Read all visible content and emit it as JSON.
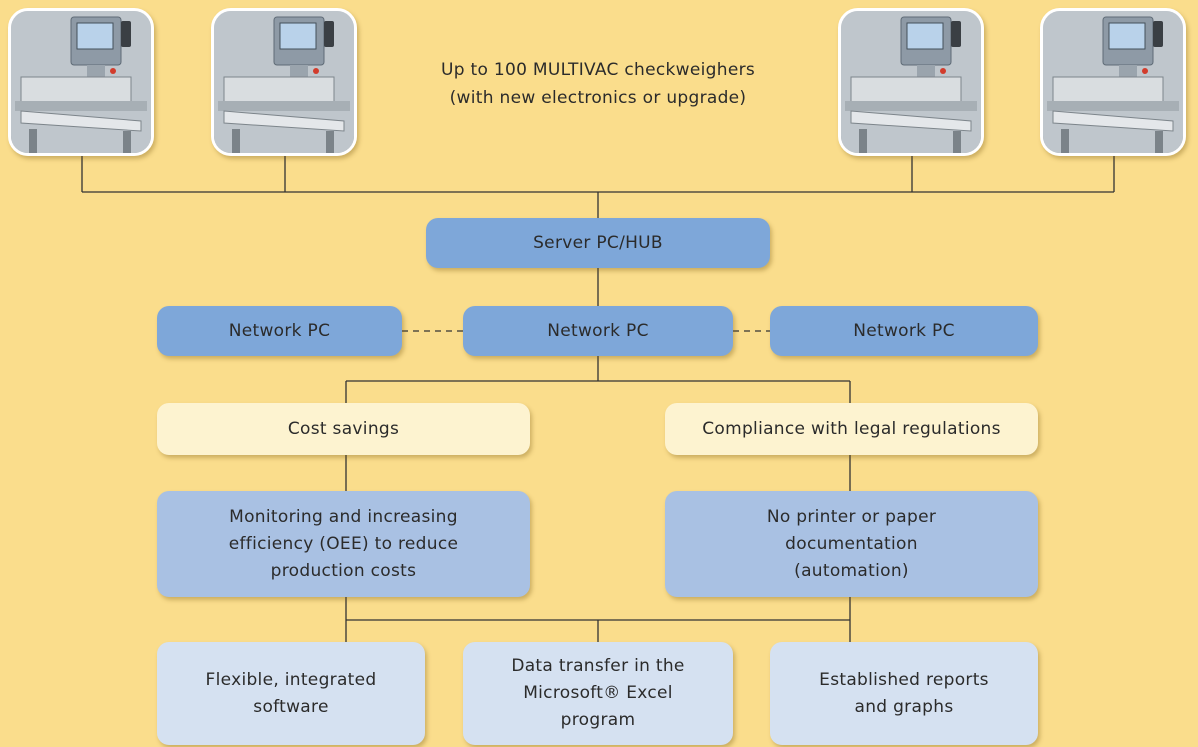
{
  "header": {
    "caption": "Up to 100 MULTIVAC checkweighers\n(with new electronics or upgrade)"
  },
  "machines": [
    {
      "icon": "checkweigher-machine-photo"
    },
    {
      "icon": "checkweigher-machine-photo"
    },
    {
      "icon": "checkweigher-machine-photo"
    },
    {
      "icon": "checkweigher-machine-photo"
    }
  ],
  "server": {
    "label": "Server PC/HUB"
  },
  "network": {
    "left": "Network PC",
    "center": "Network PC",
    "right": "Network PC"
  },
  "benefits": {
    "cost": "Cost savings",
    "compliance": "Compliance with legal regulations"
  },
  "details": {
    "efficiency": "Monitoring and increasing\nefficiency (OEE) to reduce\nproduction costs",
    "paperless": "No printer or paper\ndocumentation\n(automation)"
  },
  "features": {
    "software": "Flexible, integrated\nsoftware",
    "excel": "Data transfer in the\nMicrosoft® Excel\nprogram",
    "reports": "Established reports\nand graphs"
  },
  "colors": {
    "background": "#fadd8c",
    "dark_box": "#7ea7d9",
    "mid_box": "#a9c1e3",
    "light_box": "#d5e1f1",
    "cream_box": "#fdf3d0",
    "line": "#333333"
  }
}
